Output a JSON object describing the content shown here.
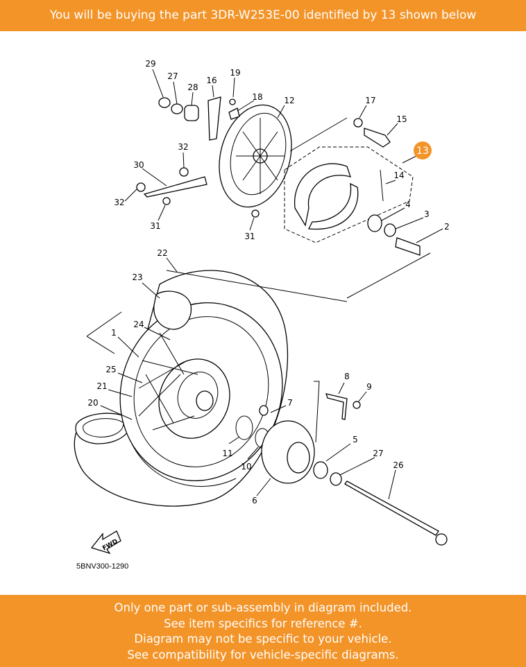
{
  "header": {
    "text": "You will be buying the part 3DR-W253E-00 identified by 13 shown below"
  },
  "diagram": {
    "highlight_color": "#F39429",
    "highlighted_ref": "13",
    "code": "5BNV300-1290",
    "fwd_label": "FWD",
    "callouts": [
      "29",
      "27",
      "28",
      "16",
      "19",
      "18",
      "12",
      "17",
      "15",
      "13",
      "14",
      "4",
      "3",
      "2",
      "32",
      "30",
      "32",
      "31",
      "31",
      "22",
      "23",
      "24",
      "1",
      "25",
      "21",
      "20",
      "7",
      "8",
      "9",
      "5",
      "27",
      "26",
      "11",
      "10",
      "6"
    ]
  },
  "footer": {
    "lines": [
      "Only one part or sub-assembly in diagram included.",
      "See item specifics for reference #.",
      "Diagram may not be specific to your vehicle.",
      "See compatibility for vehicle-specific diagrams."
    ]
  }
}
